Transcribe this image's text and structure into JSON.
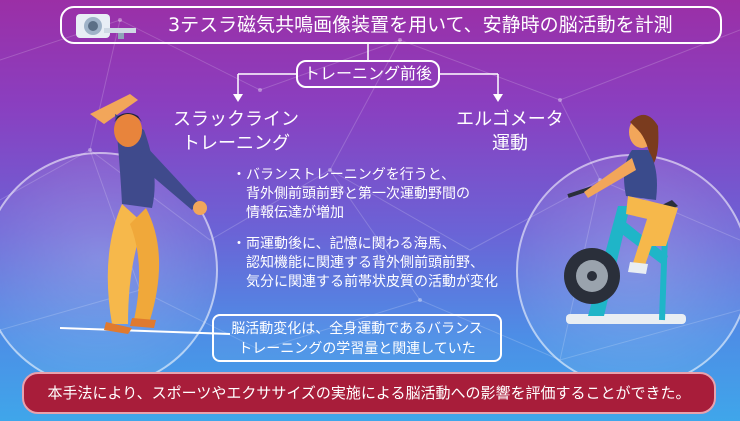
{
  "title": {
    "text": "3テスラ磁気共鳴画像装置を用いて、安静時の脳活動を計測",
    "icon": "mri-scanner-icon"
  },
  "session": {
    "label": "トレーニング前後"
  },
  "left": {
    "label": "スラックライン\nトレーニング",
    "image": "slackline-person"
  },
  "right": {
    "label": "エルゴメータ\n運動",
    "image": "exercise-bike-person"
  },
  "bullets": [
    {
      "marker": "・",
      "text": "バランストレーニングを行うと、\n背外側前頭前野と第一次運動野間の\n情報伝達が増加"
    },
    {
      "marker": "・",
      "text": "両運動後に、記憶に関わる海馬、\n認知機能に関連する背外側前頭前野、\n気分に関連する前帯状皮質の活動が変化"
    }
  ],
  "finding": {
    "text": "脳活動変化は、全身運動であるバランス\nトレーニングの学習量と関連していた"
  },
  "conclusion": {
    "text": "本手法により、スポーツやエクササイズの実施による脳活動への影響を評価することができた。"
  },
  "colors": {
    "conclusion_bg": "#a81d3a",
    "background_top": "#9b2fa6",
    "background_bottom": "#3fa6ea"
  }
}
